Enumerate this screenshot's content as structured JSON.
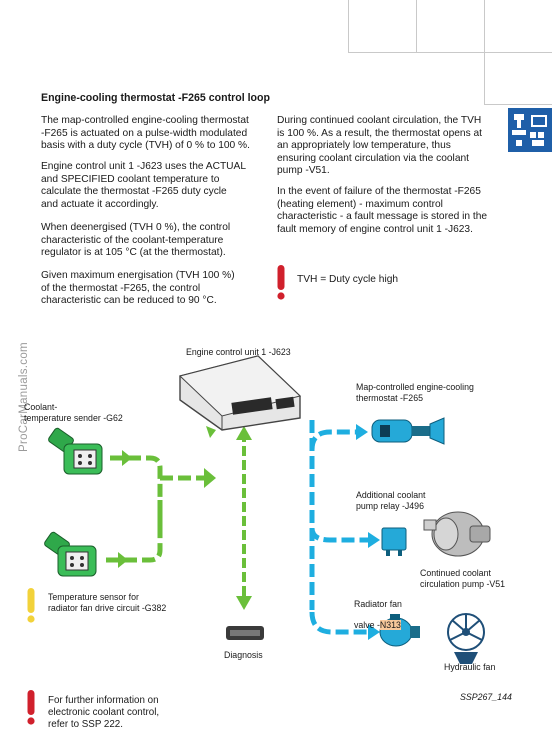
{
  "heading": "Engine-cooling thermostat -F265 control loop",
  "left_column": [
    "The map-controlled engine-cooling thermostat\n-F265 is actuated on a pulse-width modulated\nbasis with a duty cycle (TVH) of 0 % to 100 %.",
    "Engine control unit 1 -J623 uses the ACTUAL\nand SPECIFIED coolant temperature to\ncalculate the thermostat -F265 duty cycle\nand actuate it accordingly.",
    "When deenergised (TVH 0 %), the control\ncharacteristic of the coolant-temperature\nregulator is at 105 °C (at the thermostat).",
    "Given maximum energisation (TVH 100 %)\nof the thermostat -F265, the control\ncharacteristic can be reduced to 90 °C."
  ],
  "right_column": [
    "During continued coolant circulation, the TVH\nis 100 %. As a result, the thermostat opens at\nan appropriately low temperature, thus\nensuring coolant circulation via the coolant\npump -V51.",
    "In the event of failure of the thermostat -F265\n(heating element) - maximum control\ncharacteristic - a fault message is stored in the\nfault memory of engine control unit 1 -J623."
  ],
  "note_tvh": "TVH = Duty cycle high",
  "watermark": "ProCarManuals.com",
  "diagram": {
    "ecu_label": "Engine control unit 1 -J623",
    "sender_g62": "Coolant-\ntemperature sender -G62",
    "sensor_g382": "Temperature sensor for\nradiator fan drive circuit -G382",
    "diagnosis": "Diagnosis",
    "thermostat_f265": "Map-controlled engine-cooling\nthermostat -F265",
    "relay_j496": "Additional coolant\npump relay -J496",
    "pump_v51": "Continued coolant\ncirculation pump -V51",
    "fan_valve_line1": "Radiator fan",
    "fan_valve_line2": "valve -",
    "fan_valve_code": "N313",
    "hydraulic_fan": "Hydraulic fan",
    "figure_code": "SSP267_144"
  },
  "footnote": "For further information on\nelectronic coolant control,\nrefer to SSP 222.",
  "colors": {
    "arrow_blue": "#1eaee0",
    "arrow_green": "#6abf3a",
    "exclaim_red": "#d0202c",
    "exclaim_yellow": "#f2d23a",
    "icon_blue": "#1f5fa8"
  }
}
